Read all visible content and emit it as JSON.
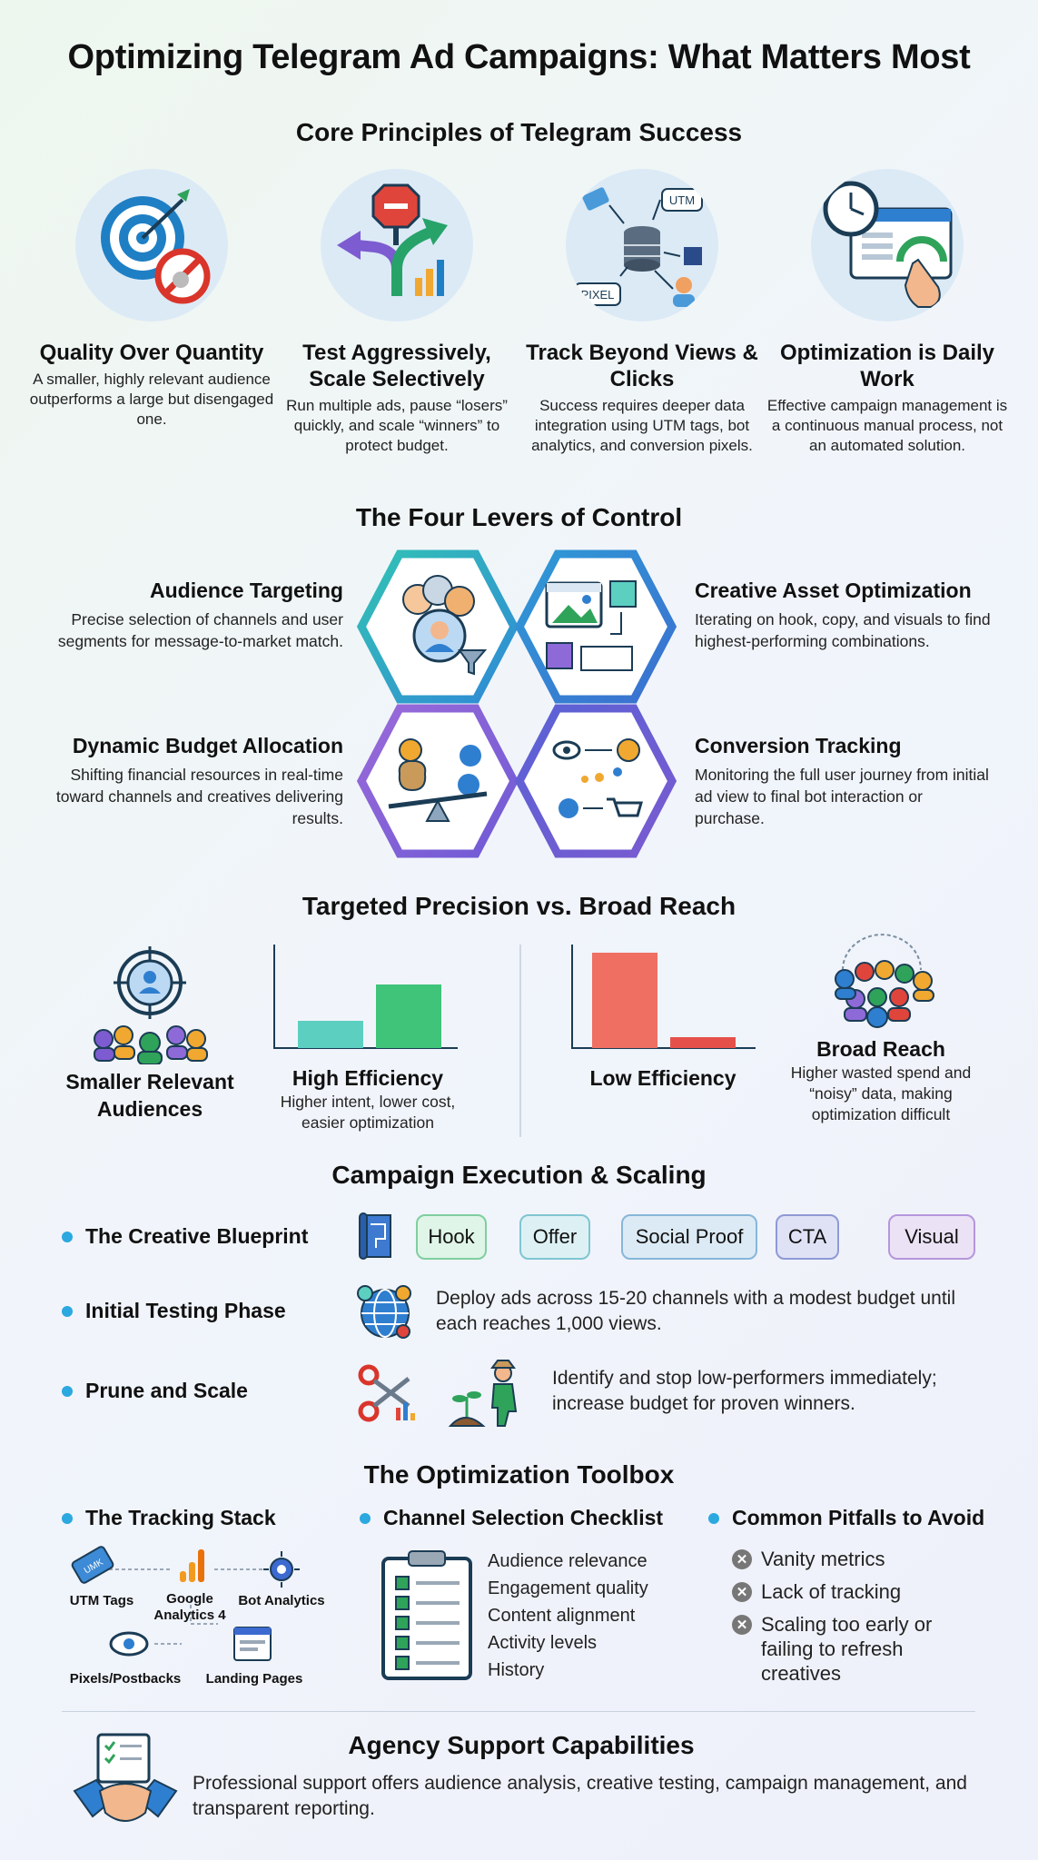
{
  "title": "Optimizing Telegram Ad Campaigns: What Matters Most",
  "principles": {
    "section_title": "Core Principles of Telegram Success",
    "items": [
      {
        "title": "Quality Over Quantity",
        "desc": "A smaller, highly relevant audience outperforms a large but disengaged one.",
        "icon": "target-icon"
      },
      {
        "title": "Test Aggressively, Scale Selectively",
        "desc": "Run multiple ads, pause “losers” quickly, and scale “winners” to protect budget.",
        "icon": "branching-arrows-icon"
      },
      {
        "title": "Track Beyond Views & Clicks",
        "desc": "Success requires deeper data integration using UTM tags, bot analytics, and conversion pixels.",
        "icon": "data-flow-icon",
        "tags": [
          "UTM",
          "PIXEL"
        ]
      },
      {
        "title": "Optimization is Daily Work",
        "desc": "Effective campaign management is a continuous manual process, not an automated solution.",
        "icon": "clock-dashboard-icon"
      }
    ]
  },
  "levers": {
    "section_title": "The Four Levers of Control",
    "items": [
      {
        "title": "Audience Targeting",
        "desc": "Precise selection of channels and user segments for message-to-market match.",
        "icon": "audience-icon"
      },
      {
        "title": "Creative Asset Optimization",
        "desc": "Iterating on hook, copy, and visuals to find highest-performing combinations.",
        "icon": "creative-icon"
      },
      {
        "title": "Dynamic Budget Allocation",
        "desc": "Shifting financial resources in real-time toward channels and creatives delivering results.",
        "icon": "budget-scale-icon"
      },
      {
        "title": "Conversion Tracking",
        "desc": "Monitoring the full user journey from initial ad view to final bot interaction or purchase.",
        "icon": "journey-icon"
      }
    ]
  },
  "precision": {
    "section_title": "Targeted Precision vs. Broad Reach",
    "left_label": "Smaller Relevant Audiences",
    "left_chart_title": "High Efficiency",
    "left_chart_desc": "Higher intent, lower cost, easier optimization",
    "right_chart_title": "Low Efficiency",
    "right_label": "Broad Reach",
    "right_desc": "Higher wasted spend and “noisy” data, making optimization difficult",
    "colors": {
      "teal": "#5ccfc0",
      "green": "#3fc47a",
      "red": "#ef6f63"
    }
  },
  "chart_data": [
    {
      "type": "bar",
      "categories": [
        "a",
        "b"
      ],
      "values": [
        30,
        70
      ],
      "ylim": [
        0,
        110
      ],
      "colors": [
        "#5ccfc0",
        "#3fc47a"
      ]
    },
    {
      "type": "bar",
      "categories": [
        "a",
        "b"
      ],
      "values": [
        105,
        12
      ],
      "ylim": [
        0,
        110
      ],
      "colors": [
        "#ef6f63",
        "#e5514a"
      ]
    }
  ],
  "execution": {
    "section_title": "Campaign Execution & Scaling",
    "rows": [
      {
        "label": "The Creative Blueprint"
      },
      {
        "label": "Initial Testing Phase",
        "desc": "Deploy ads across 15-20 channels with a modest budget until each reaches 1,000 views."
      },
      {
        "label": "Prune and Scale",
        "desc": "Identify and stop low-performers immediately; increase budget for proven winners."
      }
    ],
    "pills": [
      {
        "label": "Hook",
        "bg": "#dff5e8",
        "border": "#7fcf9e"
      },
      {
        "label": "Offer",
        "bg": "#ddf1f5",
        "border": "#7fc5d2"
      },
      {
        "label": "Social Proof",
        "bg": "#dceaf5",
        "border": "#86b6d9"
      },
      {
        "label": "CTA",
        "bg": "#dfe2f5",
        "border": "#8f99d6"
      },
      {
        "label": "Visual",
        "bg": "#ece2f6",
        "border": "#b596dc"
      }
    ]
  },
  "toolbox": {
    "section_title": "The Optimization Toolbox",
    "tracking": {
      "title": "The Tracking Stack",
      "items": [
        "UTM Tags",
        "Google Analytics 4",
        "Bot Analytics",
        "Pixels/Postbacks",
        "Landing Pages"
      ],
      "tag_text": "UMK"
    },
    "checklist": {
      "title": "Channel Selection Checklist",
      "items": [
        "Audience relevance",
        "Engagement quality",
        "Content alignment",
        "Activity levels",
        "History"
      ]
    },
    "pitfalls": {
      "title": "Common Pitfalls to Avoid",
      "items": [
        "Vanity metrics",
        "Lack of tracking",
        "Scaling too early or failing to refresh creatives"
      ]
    }
  },
  "agency": {
    "title": "Agency Support Capabilities",
    "desc": "Professional support offers audience analysis, creative testing, campaign management, and transparent reporting."
  }
}
